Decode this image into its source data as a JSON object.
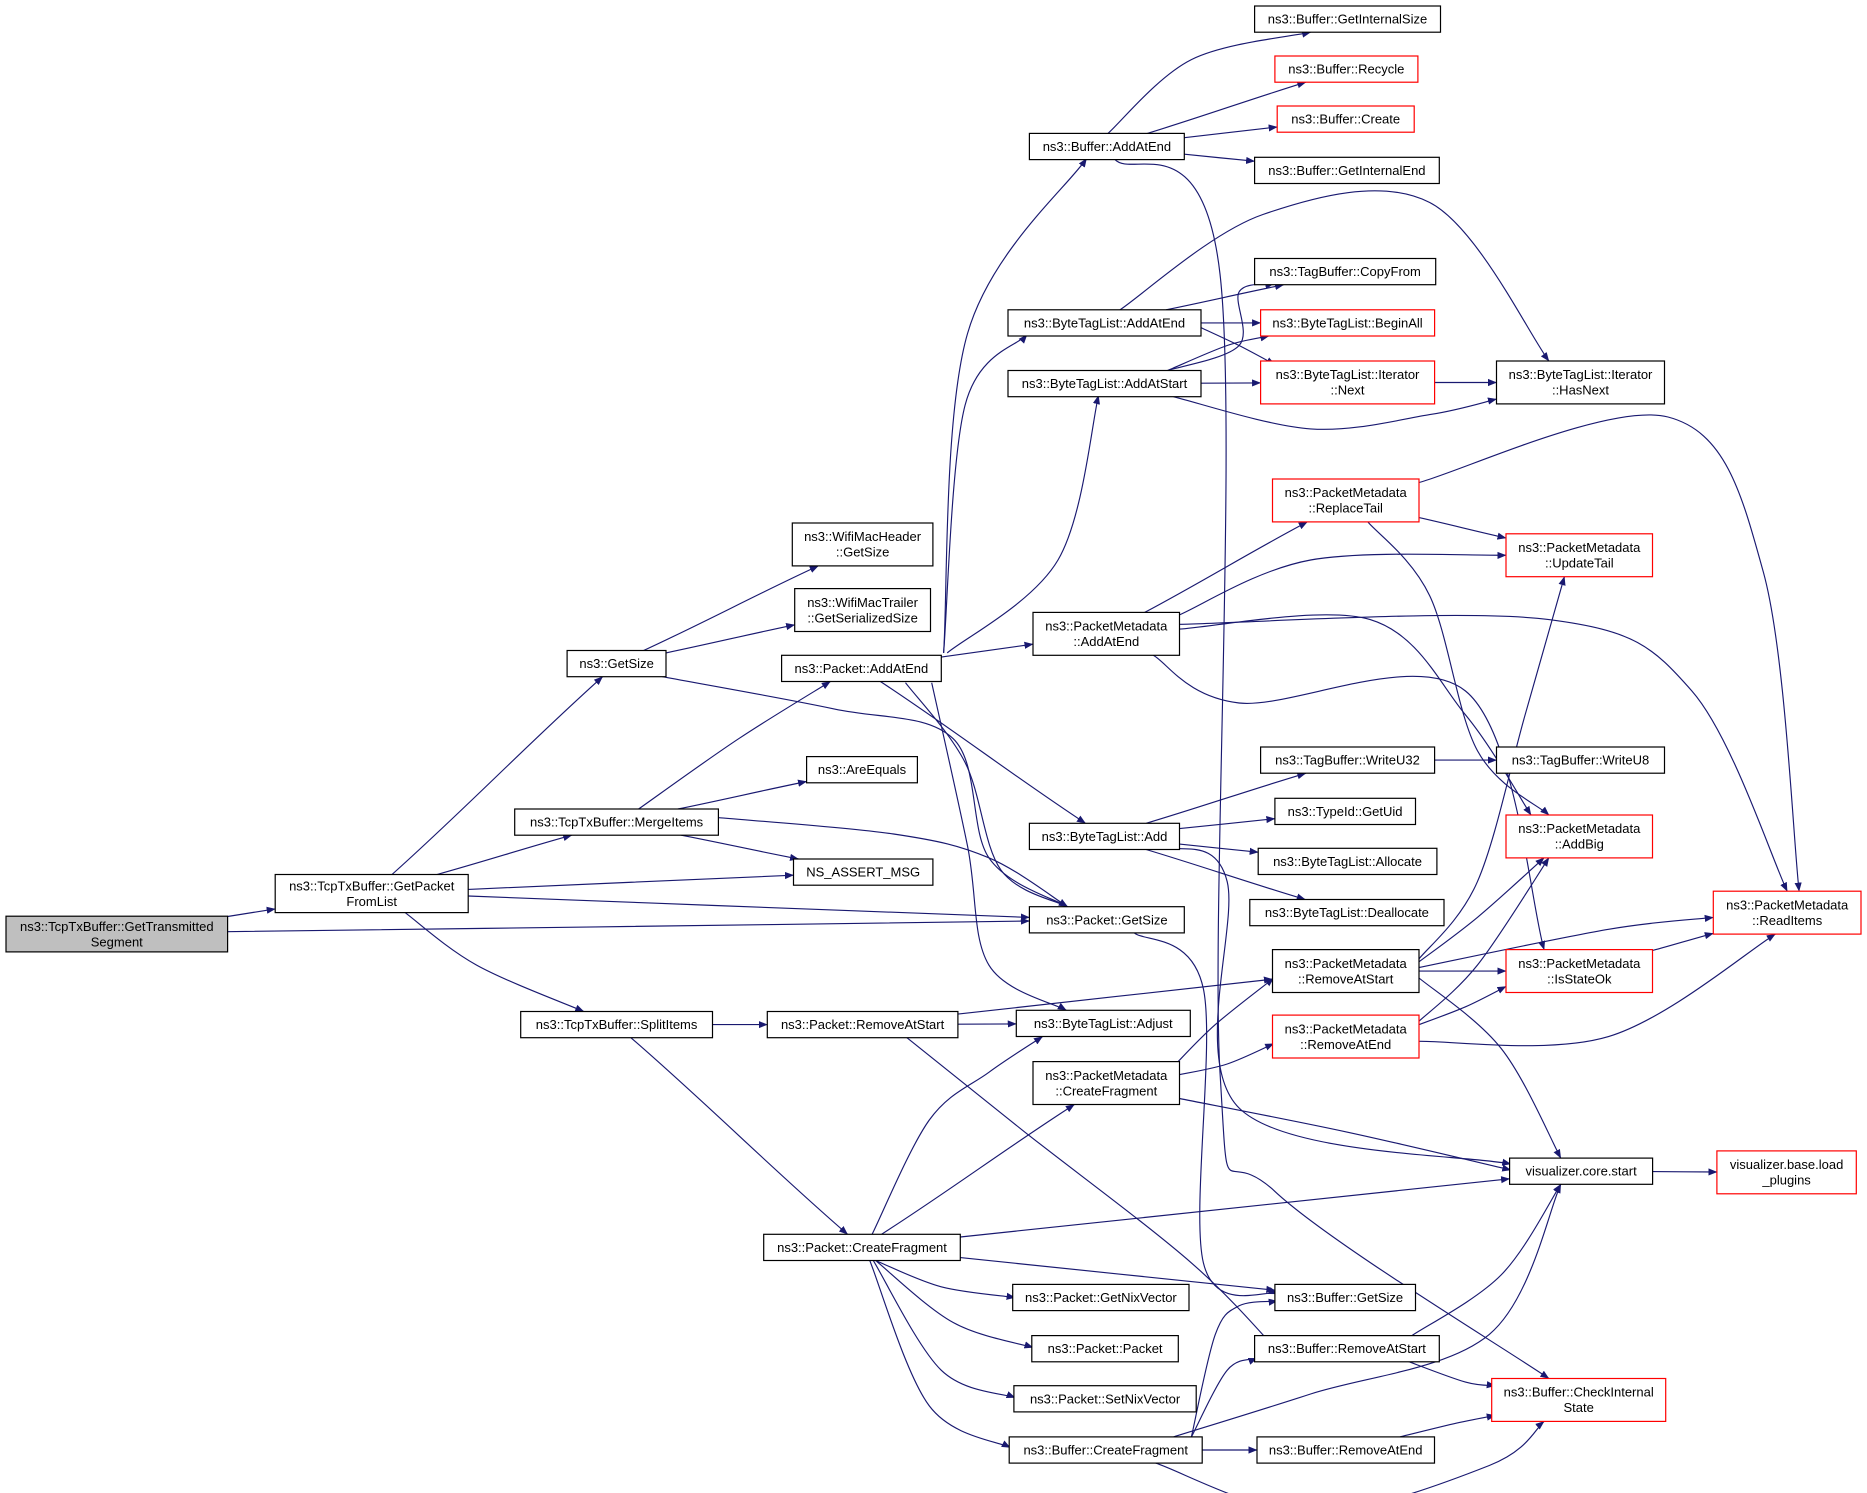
{
  "nodes": {
    "root": {
      "lines": [
        "ns3::TcpTxBuffer::GetTransmitted",
        "Segment"
      ],
      "border": "gray",
      "root": true
    },
    "getPacketFromList": {
      "lines": [
        "ns3::TcpTxBuffer::GetPacket",
        "FromList"
      ],
      "border": "black"
    },
    "getSize": {
      "lines": [
        "ns3::GetSize"
      ],
      "border": "black"
    },
    "mergeItems": {
      "lines": [
        "ns3::TcpTxBuffer::MergeItems"
      ],
      "border": "black"
    },
    "nsAssertMsg": {
      "lines": [
        "NS_ASSERT_MSG"
      ],
      "border": "black"
    },
    "splitItems": {
      "lines": [
        "ns3::TcpTxBuffer::SplitItems"
      ],
      "border": "black"
    },
    "wifiMacHeaderGetSize": {
      "lines": [
        "ns3::WifiMacHeader",
        "::GetSize"
      ],
      "border": "black"
    },
    "wifiMacTrailerGetSerializedSize": {
      "lines": [
        "ns3::WifiMacTrailer",
        "::GetSerializedSize"
      ],
      "border": "black"
    },
    "packetAddAtEnd": {
      "lines": [
        "ns3::Packet::AddAtEnd"
      ],
      "border": "black"
    },
    "areEquals": {
      "lines": [
        "ns3::AreEquals"
      ],
      "border": "black"
    },
    "packetGetSize": {
      "lines": [
        "ns3::Packet::GetSize"
      ],
      "border": "black"
    },
    "packetRemoveAtStart": {
      "lines": [
        "ns3::Packet::RemoveAtStart"
      ],
      "border": "black"
    },
    "packetCreateFragment": {
      "lines": [
        "ns3::Packet::CreateFragment"
      ],
      "border": "black"
    },
    "bufferAddAtEnd": {
      "lines": [
        "ns3::Buffer::AddAtEnd"
      ],
      "border": "black"
    },
    "byteTagListAddAtEnd": {
      "lines": [
        "ns3::ByteTagList::AddAtEnd"
      ],
      "border": "black"
    },
    "byteTagListAddAtStart": {
      "lines": [
        "ns3::ByteTagList::AddAtStart"
      ],
      "border": "black"
    },
    "packetMetadataAddAtEnd": {
      "lines": [
        "ns3::PacketMetadata",
        "::AddAtEnd"
      ],
      "border": "black"
    },
    "byteTagListAdd": {
      "lines": [
        "ns3::ByteTagList::Add"
      ],
      "border": "black"
    },
    "byteTagListAdjust": {
      "lines": [
        "ns3::ByteTagList::Adjust"
      ],
      "border": "black"
    },
    "packetMetadataCreateFragment": {
      "lines": [
        "ns3::PacketMetadata",
        "::CreateFragment"
      ],
      "border": "black"
    },
    "packetGetNixVector": {
      "lines": [
        "ns3::Packet::GetNixVector"
      ],
      "border": "black"
    },
    "packetPacket": {
      "lines": [
        "ns3::Packet::Packet"
      ],
      "border": "black"
    },
    "packetSetNixVector": {
      "lines": [
        "ns3::Packet::SetNixVector"
      ],
      "border": "black"
    },
    "bufferCreateFragment": {
      "lines": [
        "ns3::Buffer::CreateFragment"
      ],
      "border": "black"
    },
    "bufferGetInternalSize": {
      "lines": [
        "ns3::Buffer::GetInternalSize"
      ],
      "border": "black"
    },
    "bufferRecycle": {
      "lines": [
        "ns3::Buffer::Recycle"
      ],
      "border": "red"
    },
    "bufferCreate": {
      "lines": [
        "ns3::Buffer::Create"
      ],
      "border": "red"
    },
    "bufferGetInternalEnd": {
      "lines": [
        "ns3::Buffer::GetInternalEnd"
      ],
      "border": "black"
    },
    "tagBufferCopyFrom": {
      "lines": [
        "ns3::TagBuffer::CopyFrom"
      ],
      "border": "black"
    },
    "byteTagListBeginAll": {
      "lines": [
        "ns3::ByteTagList::BeginAll"
      ],
      "border": "red"
    },
    "byteTagListIteratorNext": {
      "lines": [
        "ns3::ByteTagList::Iterator",
        "::Next"
      ],
      "border": "red"
    },
    "packetMetadataReplaceTail": {
      "lines": [
        "ns3::PacketMetadata",
        "::ReplaceTail"
      ],
      "border": "red"
    },
    "tagBufferWriteU32": {
      "lines": [
        "ns3::TagBuffer::WriteU32"
      ],
      "border": "black"
    },
    "typeIdGetUid": {
      "lines": [
        "ns3::TypeId::GetUid"
      ],
      "border": "black"
    },
    "byteTagListAllocate": {
      "lines": [
        "ns3::ByteTagList::Allocate"
      ],
      "border": "black"
    },
    "byteTagListDeallocate": {
      "lines": [
        "ns3::ByteTagList::Deallocate"
      ],
      "border": "black"
    },
    "packetMetadataRemoveAtStart": {
      "lines": [
        "ns3::PacketMetadata",
        "::RemoveAtStart"
      ],
      "border": "black"
    },
    "packetMetadataRemoveAtEnd": {
      "lines": [
        "ns3::PacketMetadata",
        "::RemoveAtEnd"
      ],
      "border": "red"
    },
    "visualizerCoreStart": {
      "lines": [
        "visualizer.core.start"
      ],
      "border": "black"
    },
    "bufferGetSize": {
      "lines": [
        "ns3::Buffer::GetSize"
      ],
      "border": "black"
    },
    "bufferRemoveAtStart": {
      "lines": [
        "ns3::Buffer::RemoveAtStart"
      ],
      "border": "black"
    },
    "bufferRemoveAtEnd": {
      "lines": [
        "ns3::Buffer::RemoveAtEnd"
      ],
      "border": "black"
    },
    "byteTagListIteratorHasNext": {
      "lines": [
        "ns3::ByteTagList::Iterator",
        "::HasNext"
      ],
      "border": "black"
    },
    "packetMetadataUpdateTail": {
      "lines": [
        "ns3::PacketMetadata",
        "::UpdateTail"
      ],
      "border": "red"
    },
    "tagBufferWriteU8": {
      "lines": [
        "ns3::TagBuffer::WriteU8"
      ],
      "border": "black"
    },
    "packetMetadataAddBig": {
      "lines": [
        "ns3::PacketMetadata",
        "::AddBig"
      ],
      "border": "red"
    },
    "packetMetadataIsStateOk": {
      "lines": [
        "ns3::PacketMetadata",
        "::IsStateOk"
      ],
      "border": "red"
    },
    "bufferCheckInternalState": {
      "lines": [
        "ns3::Buffer::CheckInternal",
        "State"
      ],
      "border": "red"
    },
    "packetMetadataReadItems": {
      "lines": [
        "ns3::PacketMetadata",
        "::ReadItems"
      ],
      "border": "red"
    },
    "visualizerBaseLoadPlugins": {
      "lines": [
        "visualizer.base.load",
        "_plugins"
      ],
      "border": "red"
    }
  },
  "edges": [
    [
      "root",
      "getPacketFromList"
    ],
    [
      "root",
      "packetGetSize"
    ],
    [
      "getPacketFromList",
      "getSize"
    ],
    [
      "getPacketFromList",
      "mergeItems"
    ],
    [
      "getPacketFromList",
      "nsAssertMsg"
    ],
    [
      "getPacketFromList",
      "packetGetSize"
    ],
    [
      "getPacketFromList",
      "splitItems"
    ],
    [
      "getSize",
      "wifiMacHeaderGetSize"
    ],
    [
      "getSize",
      "wifiMacTrailerGetSerializedSize"
    ],
    [
      "getSize",
      "packetGetSize"
    ],
    [
      "mergeItems",
      "packetAddAtEnd"
    ],
    [
      "mergeItems",
      "areEquals"
    ],
    [
      "mergeItems",
      "nsAssertMsg"
    ],
    [
      "mergeItems",
      "packetGetSize"
    ],
    [
      "splitItems",
      "packetRemoveAtStart"
    ],
    [
      "splitItems",
      "packetCreateFragment"
    ],
    [
      "packetAddAtEnd",
      "bufferAddAtEnd"
    ],
    [
      "packetAddAtEnd",
      "byteTagListAddAtEnd"
    ],
    [
      "packetAddAtEnd",
      "byteTagListAddAtStart"
    ],
    [
      "packetAddAtEnd",
      "packetMetadataAddAtEnd"
    ],
    [
      "packetAddAtEnd",
      "byteTagListAdd"
    ],
    [
      "packetAddAtEnd",
      "packetGetSize"
    ],
    [
      "packetAddAtEnd",
      "byteTagListAdjust"
    ],
    [
      "packetGetSize",
      "bufferGetSize"
    ],
    [
      "packetRemoveAtStart",
      "byteTagListAdjust"
    ],
    [
      "packetRemoveAtStart",
      "packetMetadataRemoveAtStart"
    ],
    [
      "packetRemoveAtStart",
      "bufferRemoveAtStart"
    ],
    [
      "packetCreateFragment",
      "byteTagListAdjust"
    ],
    [
      "packetCreateFragment",
      "packetMetadataCreateFragment"
    ],
    [
      "packetCreateFragment",
      "visualizerCoreStart"
    ],
    [
      "packetCreateFragment",
      "bufferGetSize"
    ],
    [
      "packetCreateFragment",
      "packetGetNixVector"
    ],
    [
      "packetCreateFragment",
      "packetPacket"
    ],
    [
      "packetCreateFragment",
      "packetSetNixVector"
    ],
    [
      "packetCreateFragment",
      "bufferCreateFragment"
    ],
    [
      "bufferAddAtEnd",
      "bufferGetInternalSize"
    ],
    [
      "bufferAddAtEnd",
      "bufferRecycle"
    ],
    [
      "bufferAddAtEnd",
      "bufferCreate"
    ],
    [
      "bufferAddAtEnd",
      "bufferGetInternalEnd"
    ],
    [
      "bufferAddAtEnd",
      "bufferCheckInternalState"
    ],
    [
      "byteTagListAddAtEnd",
      "tagBufferCopyFrom"
    ],
    [
      "byteTagListAddAtEnd",
      "byteTagListBeginAll"
    ],
    [
      "byteTagListAddAtEnd",
      "byteTagListIteratorNext"
    ],
    [
      "byteTagListAddAtEnd",
      "byteTagListIteratorHasNext"
    ],
    [
      "byteTagListAddAtStart",
      "tagBufferCopyFrom"
    ],
    [
      "byteTagListAddAtStart",
      "byteTagListBeginAll"
    ],
    [
      "byteTagListAddAtStart",
      "byteTagListIteratorNext"
    ],
    [
      "byteTagListAddAtStart",
      "byteTagListIteratorHasNext"
    ],
    [
      "byteTagListIteratorNext",
      "byteTagListIteratorHasNext"
    ],
    [
      "packetMetadataAddAtEnd",
      "packetMetadataReplaceTail"
    ],
    [
      "packetMetadataAddAtEnd",
      "packetMetadataUpdateTail"
    ],
    [
      "packetMetadataAddAtEnd",
      "packetMetadataAddBig"
    ],
    [
      "packetMetadataAddAtEnd",
      "packetMetadataIsStateOk"
    ],
    [
      "packetMetadataAddAtEnd",
      "packetMetadataReadItems"
    ],
    [
      "packetMetadataReplaceTail",
      "packetMetadataUpdateTail"
    ],
    [
      "packetMetadataReplaceTail",
      "packetMetadataAddBig"
    ],
    [
      "packetMetadataReplaceTail",
      "packetMetadataReadItems"
    ],
    [
      "byteTagListAdd",
      "tagBufferWriteU32"
    ],
    [
      "byteTagListAdd",
      "typeIdGetUid"
    ],
    [
      "byteTagListAdd",
      "byteTagListAllocate"
    ],
    [
      "byteTagListAdd",
      "byteTagListDeallocate"
    ],
    [
      "byteTagListAdd",
      "visualizerCoreStart"
    ],
    [
      "tagBufferWriteU32",
      "tagBufferWriteU8"
    ],
    [
      "packetMetadataCreateFragment",
      "packetMetadataRemoveAtStart"
    ],
    [
      "packetMetadataCreateFragment",
      "packetMetadataRemoveAtEnd"
    ],
    [
      "packetMetadataCreateFragment",
      "visualizerCoreStart"
    ],
    [
      "packetMetadataRemoveAtStart",
      "packetMetadataUpdateTail"
    ],
    [
      "packetMetadataRemoveAtStart",
      "packetMetadataAddBig"
    ],
    [
      "packetMetadataRemoveAtStart",
      "packetMetadataIsStateOk"
    ],
    [
      "packetMetadataRemoveAtStart",
      "packetMetadataReadItems"
    ],
    [
      "packetMetadataRemoveAtStart",
      "visualizerCoreStart"
    ],
    [
      "packetMetadataRemoveAtEnd",
      "packetMetadataAddBig"
    ],
    [
      "packetMetadataRemoveAtEnd",
      "packetMetadataIsStateOk"
    ],
    [
      "packetMetadataRemoveAtEnd",
      "packetMetadataReadItems"
    ],
    [
      "packetMetadataIsStateOk",
      "packetMetadataReadItems"
    ],
    [
      "visualizerCoreStart",
      "visualizerBaseLoadPlugins"
    ],
    [
      "bufferCreateFragment",
      "bufferGetSize"
    ],
    [
      "bufferCreateFragment",
      "bufferRemoveAtStart"
    ],
    [
      "bufferCreateFragment",
      "bufferRemoveAtEnd"
    ],
    [
      "bufferCreateFragment",
      "visualizerCoreStart"
    ],
    [
      "bufferCreateFragment",
      "bufferCheckInternalState"
    ],
    [
      "bufferRemoveAtStart",
      "visualizerCoreStart"
    ],
    [
      "bufferRemoveAtStart",
      "bufferCheckInternalState"
    ],
    [
      "bufferRemoveAtEnd",
      "bufferCheckInternalState"
    ]
  ],
  "colors": {
    "edge": "#191970",
    "red_border": "#ff0000",
    "black_border": "#000000",
    "root_fill": "#bfbfbf",
    "node_fill": "#ffffff"
  }
}
